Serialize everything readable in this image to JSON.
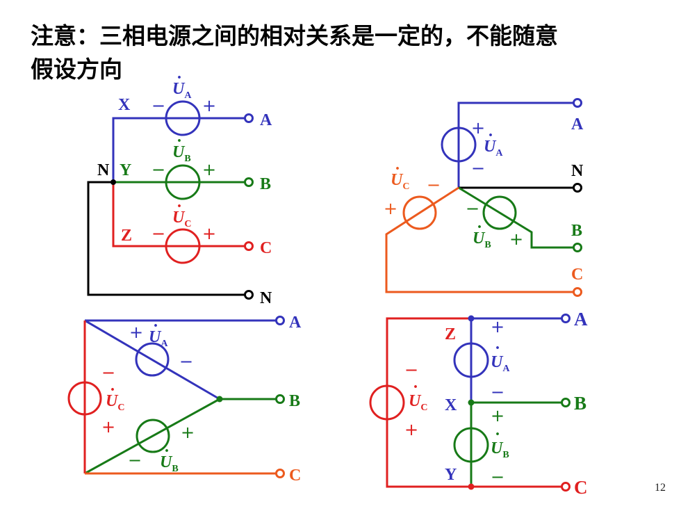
{
  "title": {
    "line1": "注意：三相电源之间的相对关系是一定的，不能随意",
    "line2": "假设方向"
  },
  "page_number": "12",
  "colors": {
    "phase_a": "#3333bb",
    "phase_b": "#177a17",
    "phase_c": "#e02020",
    "phase_c_alt": "#ec5a1e",
    "neutral": "#000000"
  },
  "symbols": {
    "U": "U",
    "dot": "·",
    "plus": "+",
    "minus": "−",
    "sub_A": "A",
    "sub_B": "B",
    "sub_C": "C"
  },
  "diagram1": {
    "start_A": "X",
    "start_B": "Y",
    "start_C": "Z",
    "neutral_node": "N",
    "term_A": "A",
    "term_B": "B",
    "term_C": "C",
    "term_N": "N"
  },
  "diagram2": {
    "term_A": "A",
    "term_N": "N",
    "term_B": "B",
    "term_C": "C"
  },
  "diagram3": {
    "term_A": "A",
    "term_B": "B",
    "term_C": "C"
  },
  "diagram4": {
    "node_Z": "Z",
    "node_X": "X",
    "node_Y": "Y",
    "term_A": "A",
    "term_B": "B",
    "term_C": "C"
  }
}
